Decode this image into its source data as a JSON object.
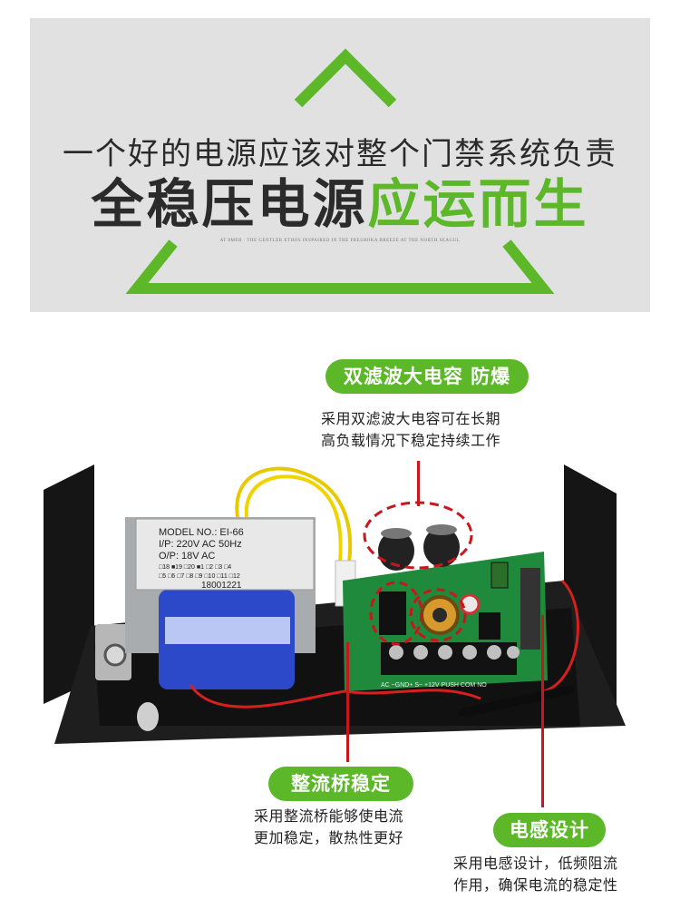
{
  "banner": {
    "headline": "一个好的电源应该对整个门禁系统负责",
    "title_dark": "全稳压电源",
    "title_green": "应运而生",
    "tagline": "AT 8MEB ·  THE GENTLER ETHOS INSPAIRED IN THE FRESHOKA BREEZE   AT THE NORTH SEAGUL"
  },
  "features": [
    {
      "label": "双滤波大电容 防爆",
      "desc": [
        "采用双滤波大电容可在长期",
        "高负载情况下稳定持续工作"
      ]
    },
    {
      "label": "整流桥稳定",
      "desc": [
        "采用整流桥能够使电流",
        "更加稳定，散热性更好"
      ]
    },
    {
      "label": "电感设计",
      "desc": [
        "采用电感设计，低频阻流",
        "作用，确保电流的稳定性"
      ]
    }
  ],
  "transformer_label": {
    "model": "MODEL NO.: EI-66",
    "ip": "I/P: 220V AC 50Hz",
    "op": "O/P: 18V AC",
    "row1": "□18 ■19 □20   ■1 □2 □3 □4",
    "row2": "□5 □6 □7 □8   □9 □10 □11 □12",
    "serial": "18001221"
  },
  "pcb_terminal_text": "AC  ~GND+  S~  +12V  PUSH  COM  NO",
  "colors": {
    "accent": "#5cb829",
    "highlight": "#c8161d",
    "banner_bg": "#e1e1e1"
  }
}
